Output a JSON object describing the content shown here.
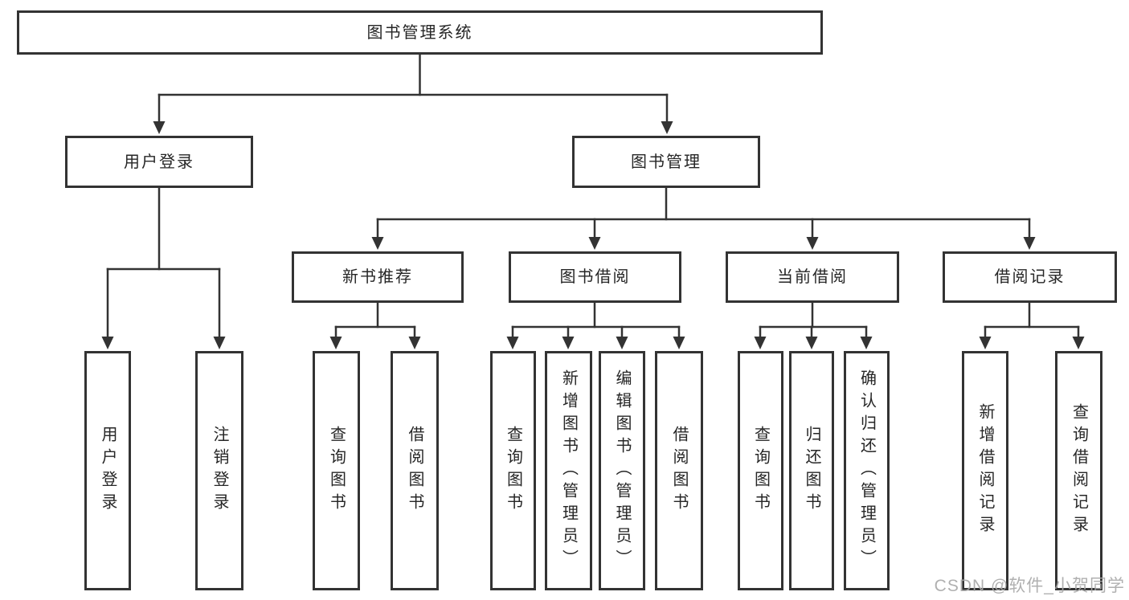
{
  "diagram": {
    "type": "hierarchy-tree",
    "title": "图书管理系统",
    "watermark": "CSDN @软件_小贺同学",
    "colors": {
      "line": "#333333",
      "box_border": "#333333",
      "text": "#262626",
      "background": "#ffffff",
      "watermark": "#a8a8a8"
    }
  },
  "nodes": {
    "root": "图书管理系统",
    "level2": {
      "user_login": "用户登录",
      "book_management": "图书管理"
    },
    "level3": {
      "new_book_recommend": "新书推荐",
      "book_borrowing": "图书借阅",
      "current_borrowing": "当前借阅",
      "borrowing_records": "借阅记录"
    },
    "children": {
      "user_login": [
        "用户登录",
        "注销登录"
      ],
      "new_book_recommend": [
        "查询图书",
        "借阅图书"
      ],
      "book_borrowing": [
        "查询图书",
        "新增图书（管理员）",
        "编辑图书（管理员）",
        "借阅图书"
      ],
      "current_borrowing": [
        "查询图书",
        "归还图书",
        "确认归还（管理员）"
      ],
      "borrowing_records": [
        "新增借阅记录",
        "查询借阅记录"
      ]
    }
  }
}
